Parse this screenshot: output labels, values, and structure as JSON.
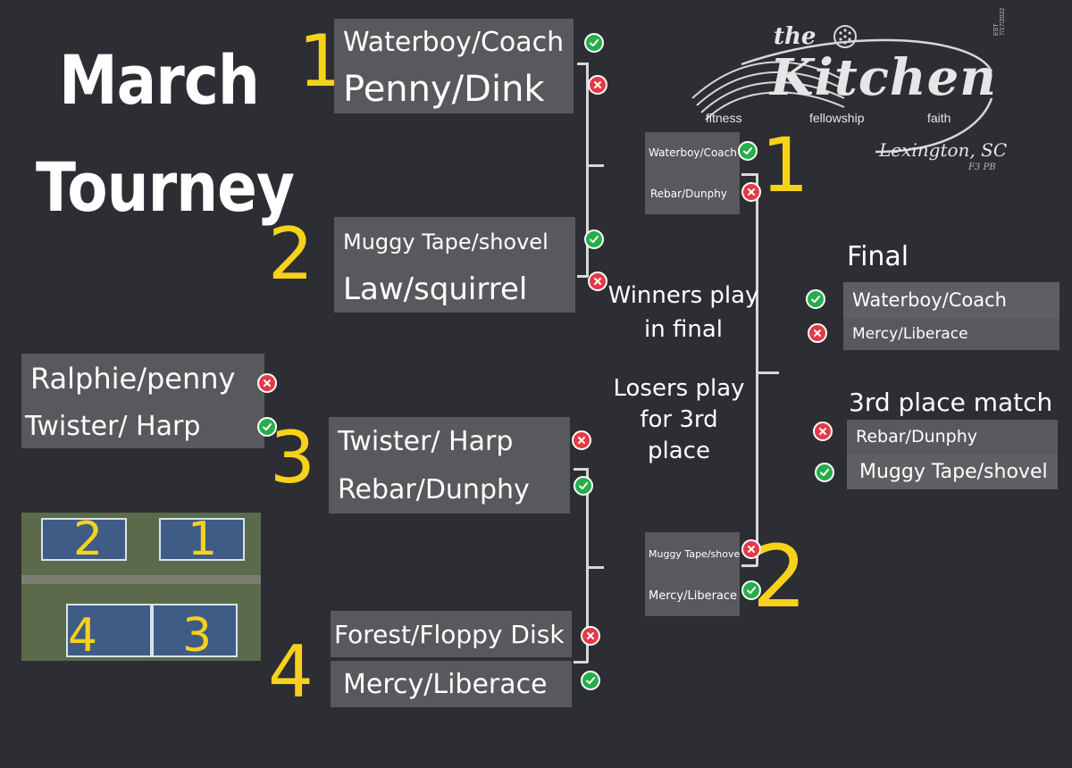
{
  "title": {
    "line1": "March",
    "line2": "Tourney"
  },
  "logo": {
    "the": "the",
    "name": "Kitchen",
    "est": "EST 7/17/2022",
    "tagline": [
      "fitness",
      "fellowship",
      "faith"
    ],
    "location": "Lexington, SC",
    "sub": "F3 PB"
  },
  "round1": [
    {
      "seed": "1",
      "teams": [
        {
          "name": "Waterboy/Coach",
          "result": "win"
        },
        {
          "name": "Penny/Dink",
          "result": "lose"
        }
      ]
    },
    {
      "seed": "2",
      "teams": [
        {
          "name": "Muggy Tape/shovel",
          "result": "win"
        },
        {
          "name": "Law/squirrel",
          "result": "lose"
        }
      ]
    },
    {
      "seed": "3",
      "teams": [
        {
          "name": "Twister/ Harp",
          "result": "lose"
        },
        {
          "name": "Rebar/Dunphy",
          "result": "win"
        }
      ]
    },
    {
      "seed": "4",
      "teams": [
        {
          "name": "Forest/Floppy Disk",
          "result": "lose"
        },
        {
          "name": "Mercy/Liberace",
          "result": "win"
        }
      ]
    }
  ],
  "playin": {
    "teams": [
      {
        "name": "Ralphie/penny",
        "result": "lose"
      },
      {
        "name": "Twister/ Harp",
        "result": "win"
      }
    ]
  },
  "semis": [
    {
      "seed": "1",
      "teams": [
        {
          "name": "Waterboy/Coach",
          "result": "win"
        },
        {
          "name": "Rebar/Dunphy",
          "result": "lose"
        }
      ]
    },
    {
      "seed": "2",
      "teams": [
        {
          "name": "Muggy Tape/shovel",
          "result": "lose"
        },
        {
          "name": "Mercy/Liberace",
          "result": "win"
        }
      ]
    }
  ],
  "notes": {
    "winners": "Winners play in final",
    "losers": "Losers play for 3rd place"
  },
  "final": {
    "heading": "Final",
    "teams": [
      {
        "name": "Waterboy/Coach",
        "result": "win"
      },
      {
        "name": "Mercy/Liberace",
        "result": "lose"
      }
    ]
  },
  "third": {
    "heading": "3rd place match",
    "teams": [
      {
        "name": "Rebar/Dunphy",
        "result": "lose"
      },
      {
        "name": "Muggy Tape/shovel",
        "result": "win"
      }
    ]
  },
  "courts": {
    "labels": [
      "2",
      "1",
      "4",
      "3"
    ]
  },
  "colors": {
    "background": "#2c2e33",
    "seed": "#f6d21c",
    "win": "#27ae4c",
    "lose": "#e53946",
    "box": "#58595c"
  }
}
